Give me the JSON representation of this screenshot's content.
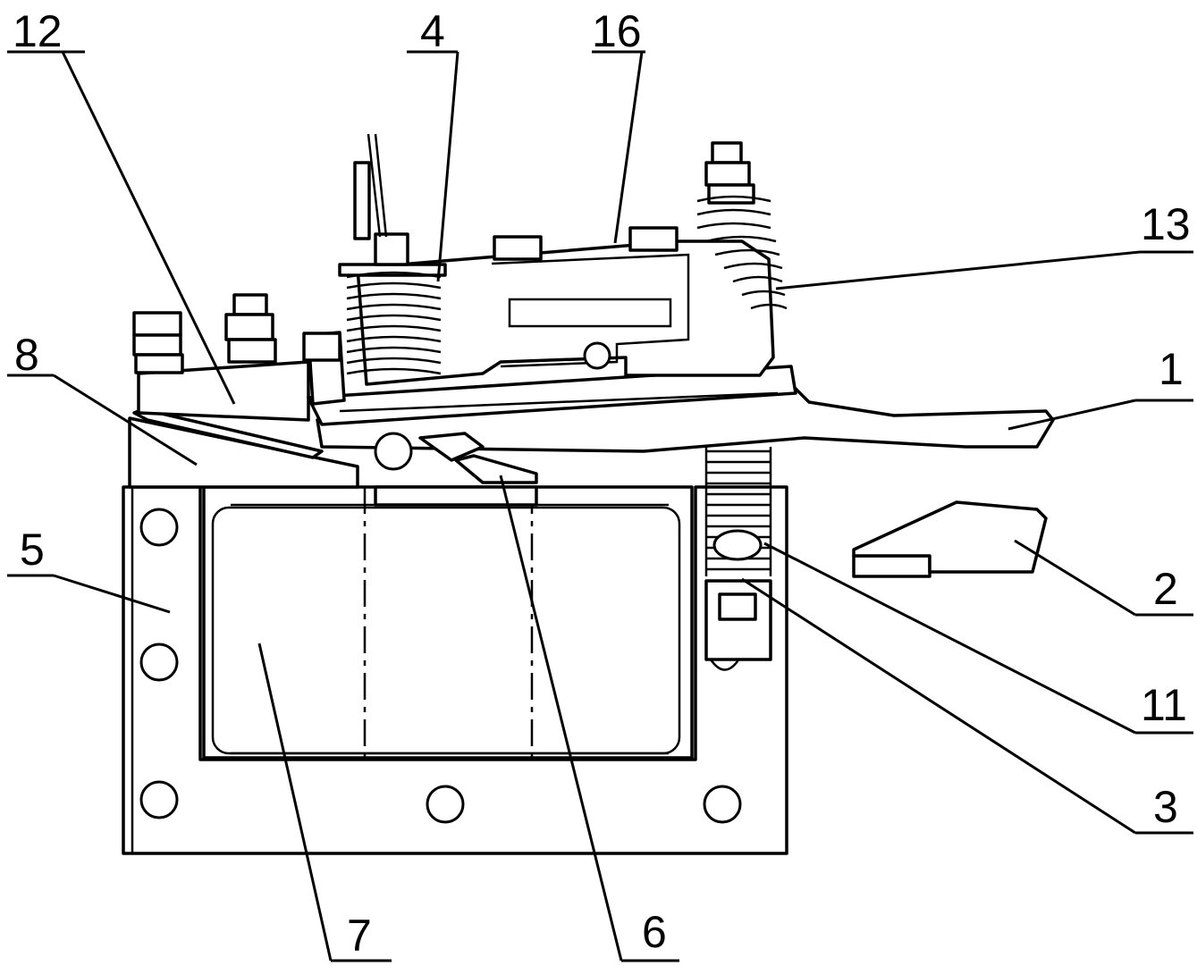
{
  "figure": {
    "labels": [
      {
        "id": "lbl-12",
        "text": "12"
      },
      {
        "id": "lbl-4",
        "text": "4"
      },
      {
        "id": "lbl-16",
        "text": "16"
      },
      {
        "id": "lbl-13",
        "text": "13"
      },
      {
        "id": "lbl-8",
        "text": "8"
      },
      {
        "id": "lbl-1",
        "text": "1"
      },
      {
        "id": "lbl-5",
        "text": "5"
      },
      {
        "id": "lbl-2",
        "text": "2"
      },
      {
        "id": "lbl-11",
        "text": "11"
      },
      {
        "id": "lbl-3",
        "text": "3"
      },
      {
        "id": "lbl-7",
        "text": "7"
      },
      {
        "id": "lbl-6",
        "text": "6"
      }
    ]
  }
}
